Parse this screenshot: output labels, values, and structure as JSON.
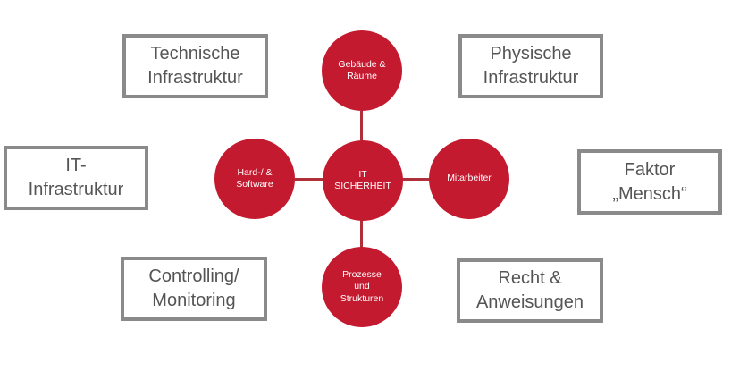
{
  "colors": {
    "circle": "#c41a2f",
    "connector": "#b0303a",
    "box_border": "#8a8a8a",
    "box_text": "#555555"
  },
  "center": {
    "label": "IT\nSICHERHEIT"
  },
  "satellites": {
    "top": "Gebäude &\nRäume",
    "left": "Hard-/ &\nSoftware",
    "right": "Mitarbeiter",
    "bottom": "Prozesse\nund\nStrukturen"
  },
  "boxes": {
    "technische": "Technische\nInfrastruktur",
    "physische": "Physische\nInfrastruktur",
    "it": "IT-\nInfrastruktur",
    "faktor": "Faktor\n„Mensch“",
    "controlling": "Controlling/\nMonitoring",
    "recht": "Recht &\nAnweisungen"
  }
}
